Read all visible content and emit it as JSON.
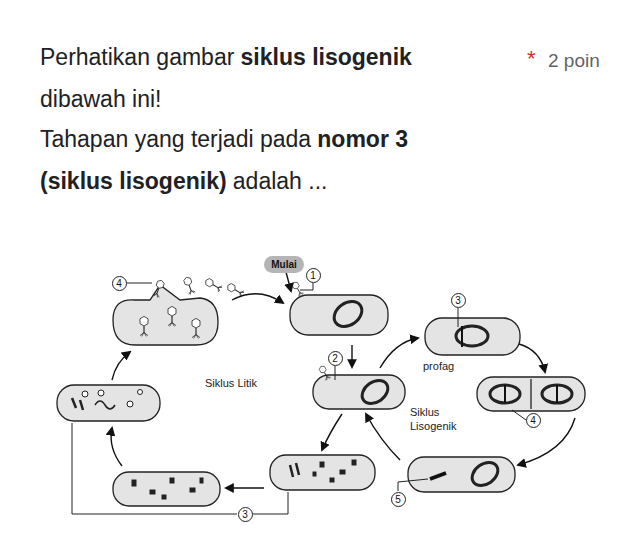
{
  "diagram": {
    "nodes": [
      {
        "text": [
          "4"
        ]
      },
      {
        "text": [
          "Mulai"
        ]
      },
      {
        "text": [
          "1"
        ]
      },
      {
        "text": [
          "3"
        ]
      },
      {
        "text": [
          "2"
        ]
      },
      {
        "text": [
          "4"
        ]
      },
      {
        "text": [
          "5"
        ]
      },
      {
        "text": [
          "3"
        ]
      }
    ],
    "labels": [
      "Perhatikan gambar",
      "siklus lisogenik",
      "dibawah ini!",
      "Tahapan yang terjadi pada",
      "nomor 3",
      "(siklus lisogenik)",
      "adalah ...",
      "*",
      "2 poin",
      "Siklus Litik",
      "profag",
      "Siklus Lisogenik"
    ]
  }
}
